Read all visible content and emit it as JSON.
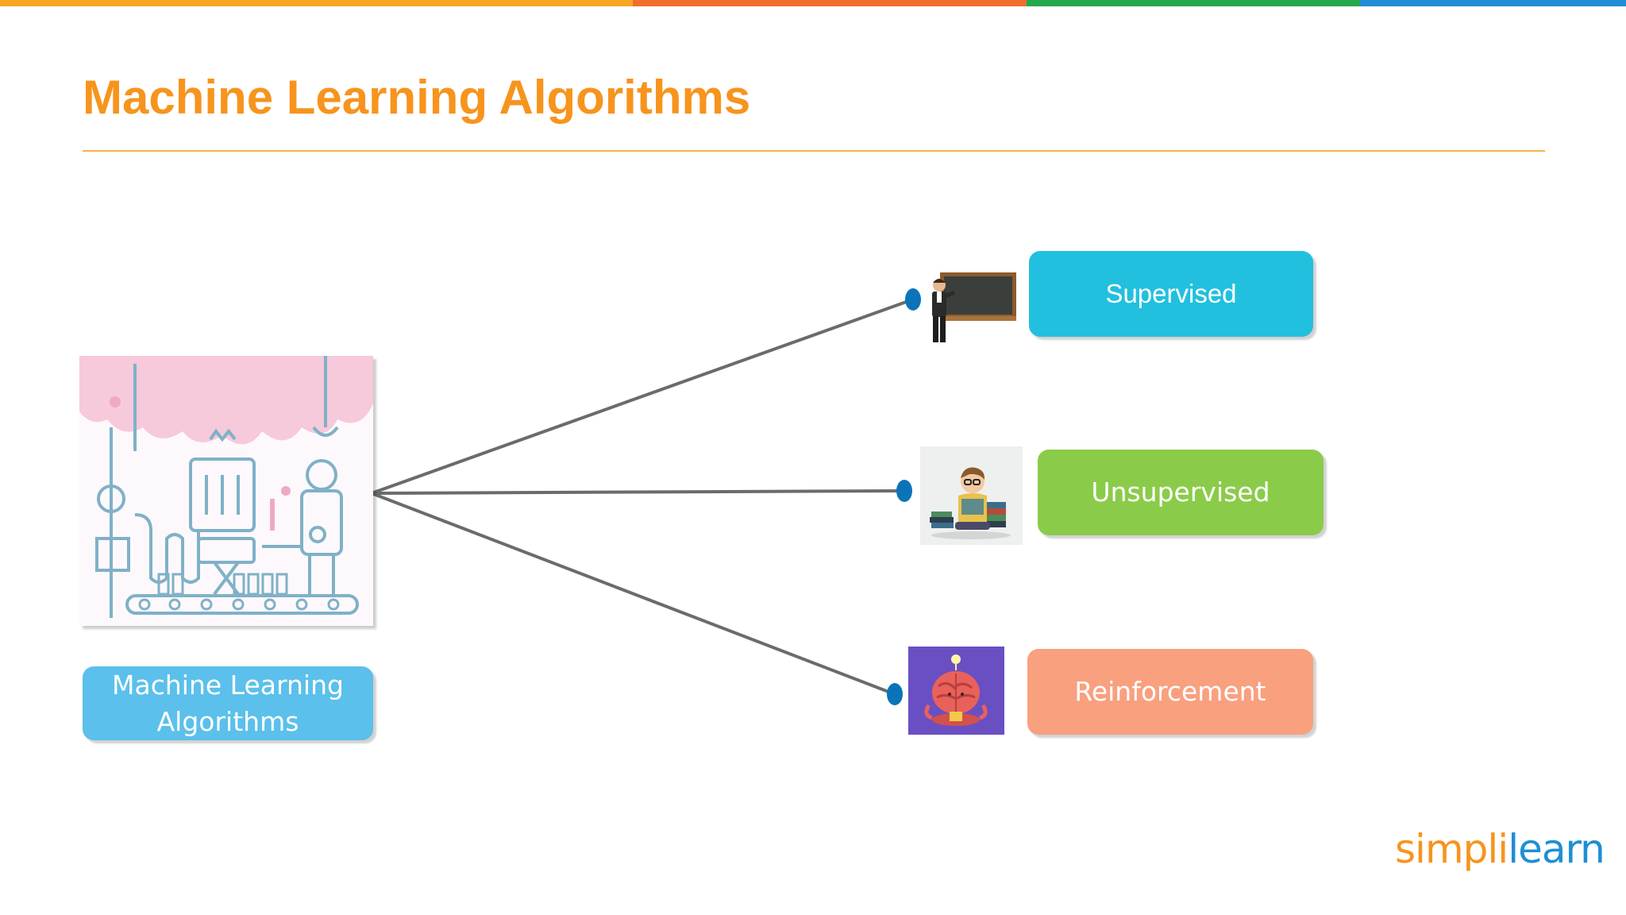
{
  "slide": {
    "title": "Machine Learning Algorithms",
    "accent_color": "#F7941D",
    "top_bar_colors": [
      "#F7A823",
      "#F26F2B",
      "#23A84C",
      "#1E8FD5"
    ]
  },
  "diagram": {
    "source": {
      "illustration": "machine-factory-illustration",
      "label_line1": "Machine Learning",
      "label_line2": "Algorithms",
      "color": "#5BC0EB"
    },
    "branches": [
      {
        "label": "Supervised",
        "color": "#21C0DE",
        "illustration": "teacher-at-blackboard-illustration"
      },
      {
        "label": "Unsupervised",
        "color": "#8BCB4A",
        "illustration": "student-reading-books-illustration"
      },
      {
        "label": "Reinforcement",
        "color": "#F9A07F",
        "illustration": "meditating-brain-illustration"
      }
    ],
    "connector_color": "#6B6B6B",
    "node_color": "#0B74B8"
  },
  "logo": {
    "part1": "simpl",
    "part2": "i",
    "part3": "learn",
    "color1": "#F7941D",
    "color2": "#1E8FD5"
  }
}
